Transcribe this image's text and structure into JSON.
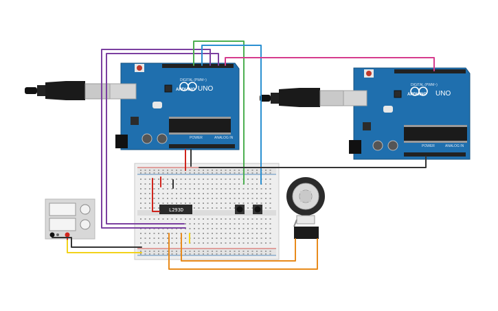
{
  "boards": [
    {
      "brand": "ARDUINO",
      "model": "UNO",
      "digital_label": "DIGITAL (PWM~)",
      "power_label": "POWER",
      "analog_label": "ANALOG IN"
    },
    {
      "brand": "ARDUINO",
      "model": "UNO",
      "digital_label": "DIGITAL (PWM~)",
      "power_label": "POWER",
      "analog_label": "ANALOG IN"
    }
  ],
  "chip_label": "L293D",
  "wire_colors": {
    "purple": "#7b3fa0",
    "green": "#4caf50",
    "blue": "#2a8fd1",
    "magenta": "#d63a8c",
    "red": "#d0241c",
    "black": "#333333",
    "orange": "#e88a1a",
    "yellow": "#f2d21a",
    "board": "#1f6fae"
  }
}
